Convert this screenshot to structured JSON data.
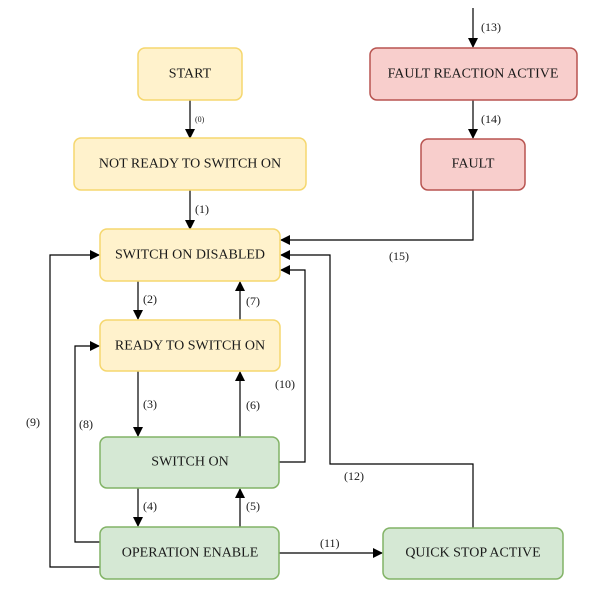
{
  "states": {
    "start": "START",
    "not_ready": "NOT READY TO SWITCH ON",
    "switch_on_disabled": "SWITCH ON DISABLED",
    "ready_to_switch_on": "READY TO SWITCH ON",
    "switch_on": "SWITCH ON",
    "operation_enable": "OPERATION ENABLE",
    "quick_stop_active": "QUICK STOP ACTIVE",
    "fault_reaction_active": "FAULT REACTION ACTIVE",
    "fault": "FAULT"
  },
  "transitions": {
    "t0": "(0)",
    "t1": "(1)",
    "t2": "(2)",
    "t3": "(3)",
    "t4": "(4)",
    "t5": "(5)",
    "t6": "(6)",
    "t7": "(7)",
    "t8": "(8)",
    "t9": "(9)",
    "t10": "(10)",
    "t11": "(11)",
    "t12": "(12)",
    "t13": "(13)",
    "t14": "(14)",
    "t15": "(15)"
  },
  "colors": {
    "yellow_fill": "#fff2cc",
    "yellow_stroke": "#f5d76e",
    "green_fill": "#d5e8d4",
    "green_stroke": "#82b366",
    "red_fill": "#f8cecc",
    "red_stroke": "#b85450"
  }
}
